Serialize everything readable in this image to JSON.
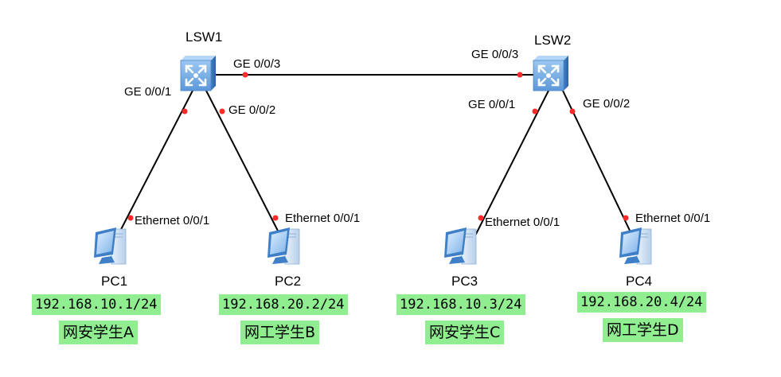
{
  "switches": [
    {
      "id": "LSW1",
      "label": "LSW1"
    },
    {
      "id": "LSW2",
      "label": "LSW2"
    }
  ],
  "pcs": [
    {
      "id": "PC1",
      "label": "PC1",
      "ip": "192.168.10.1/24",
      "name": "网安学生A",
      "port": "Ethernet 0/0/1"
    },
    {
      "id": "PC2",
      "label": "PC2",
      "ip": "192.168.20.2/24",
      "name": "网工学生B",
      "port": "Ethernet 0/0/1"
    },
    {
      "id": "PC3",
      "label": "PC3",
      "ip": "192.168.10.3/24",
      "name": "网安学生C",
      "port": "Ethernet 0/0/1"
    },
    {
      "id": "PC4",
      "label": "PC4",
      "ip": "192.168.20.4/24",
      "name": "网工学生D",
      "port": "Ethernet 0/0/1"
    }
  ],
  "links": [
    {
      "from": "LSW1",
      "from_port": "GE 0/0/3",
      "to": "LSW2",
      "to_port": "GE 0/0/3"
    },
    {
      "from": "LSW1",
      "from_port": "GE 0/0/1",
      "to": "PC1",
      "to_port": "Ethernet 0/0/1"
    },
    {
      "from": "LSW1",
      "from_port": "GE 0/0/2",
      "to": "PC2",
      "to_port": "Ethernet 0/0/1"
    },
    {
      "from": "LSW2",
      "from_port": "GE 0/0/1",
      "to": "PC3",
      "to_port": "Ethernet 0/0/1"
    },
    {
      "from": "LSW2",
      "from_port": "GE 0/0/2",
      "to": "PC4",
      "to_port": "Ethernet 0/0/1"
    }
  ],
  "colors": {
    "link": "#000000",
    "port_dot": "#ff2a2a",
    "label_bg": "#90ee90",
    "switch_body": "#6aa6e0"
  }
}
